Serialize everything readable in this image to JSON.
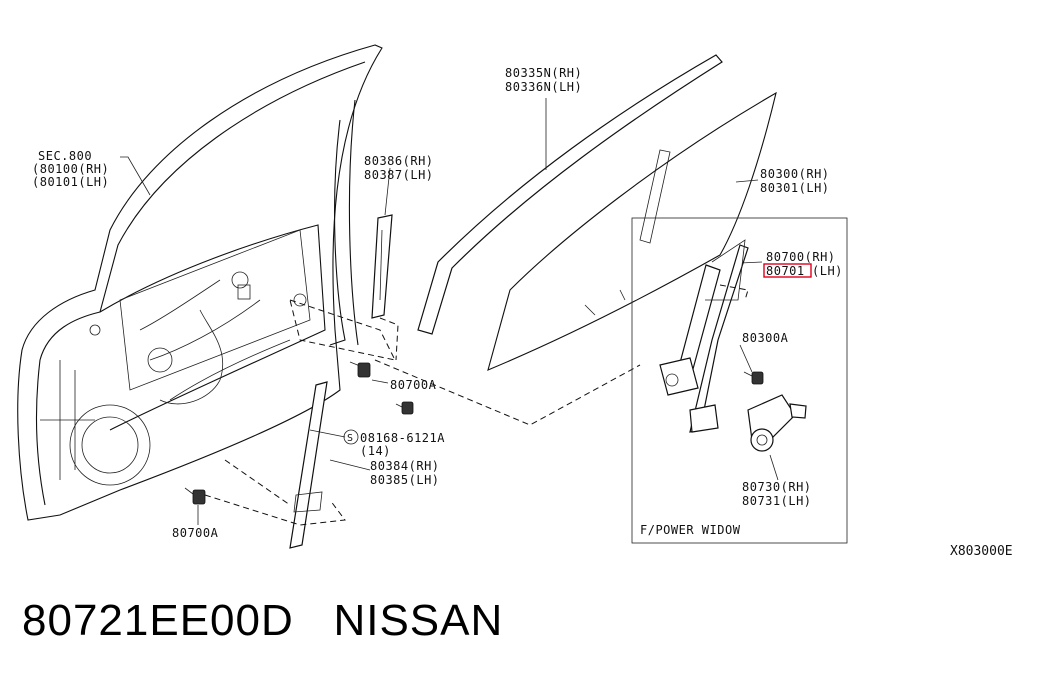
{
  "labels": {
    "sec800": [
      "SEC.800",
      "(80100(RH)",
      "(80101(LH)"
    ],
    "weatherstrip": [
      "80335N(RH)",
      "80336N(LH)"
    ],
    "sash_upper": [
      "80386(RH)",
      "80387(LH)"
    ],
    "glass": [
      "80300(RH)",
      "80301(LH)"
    ],
    "regulator_rh": "80700(RH)",
    "regulator_lh_code": "80701",
    "regulator_lh_suffix": "(LH)",
    "bolt_a_inset": "80300A",
    "bolt_a_mid": "80700A",
    "screw": "08168-6121A",
    "screw_qty": "(14)",
    "screw_circle_letter": "S",
    "sash_lower": [
      "80384(RH)",
      "80385(LH)"
    ],
    "motor": [
      "80730(RH)",
      "80731(LH)"
    ],
    "bolt_a_bottom": "80700A",
    "inset_title": "F/POWER WIDOW"
  },
  "reference_code": "X803000E",
  "caption": {
    "part_number": "80721EE00D",
    "brand": "NISSAN"
  },
  "highlight_color": "#e0001b"
}
